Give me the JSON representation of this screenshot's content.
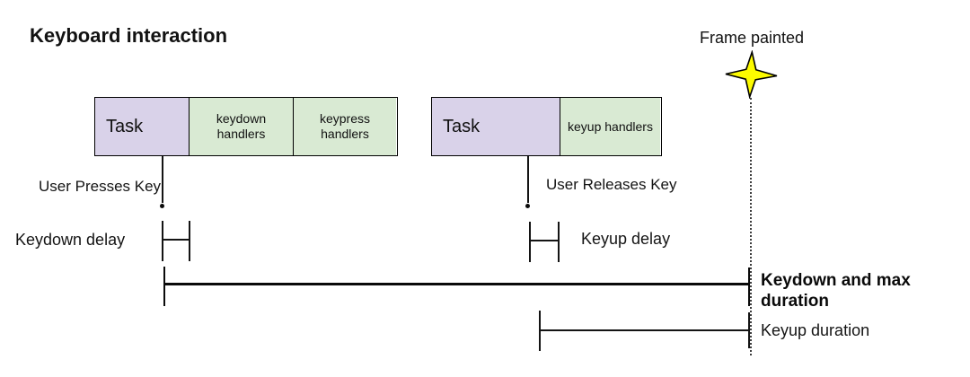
{
  "title": "Keyboard interaction",
  "frame": {
    "label": "Frame painted",
    "star_icon": "four-point-star"
  },
  "colors": {
    "task_fill": "#d9d2e9",
    "handlers_fill": "#d9ead3",
    "star_fill": "#fdfb00",
    "line": "#141414",
    "background": "#ffffff"
  },
  "interactions": [
    {
      "task_label": "Task",
      "handlers": [
        "keydown handlers",
        "keypress handlers"
      ],
      "event_label": "User Presses Key",
      "delay_label": "Keydown delay"
    },
    {
      "task_label": "Task",
      "handlers": [
        "keyup handlers"
      ],
      "event_label": "User Releases Key",
      "delay_label": "Keyup delay"
    }
  ],
  "durations": [
    {
      "label": "Keydown and max duration"
    },
    {
      "label": "Keyup duration"
    }
  ]
}
